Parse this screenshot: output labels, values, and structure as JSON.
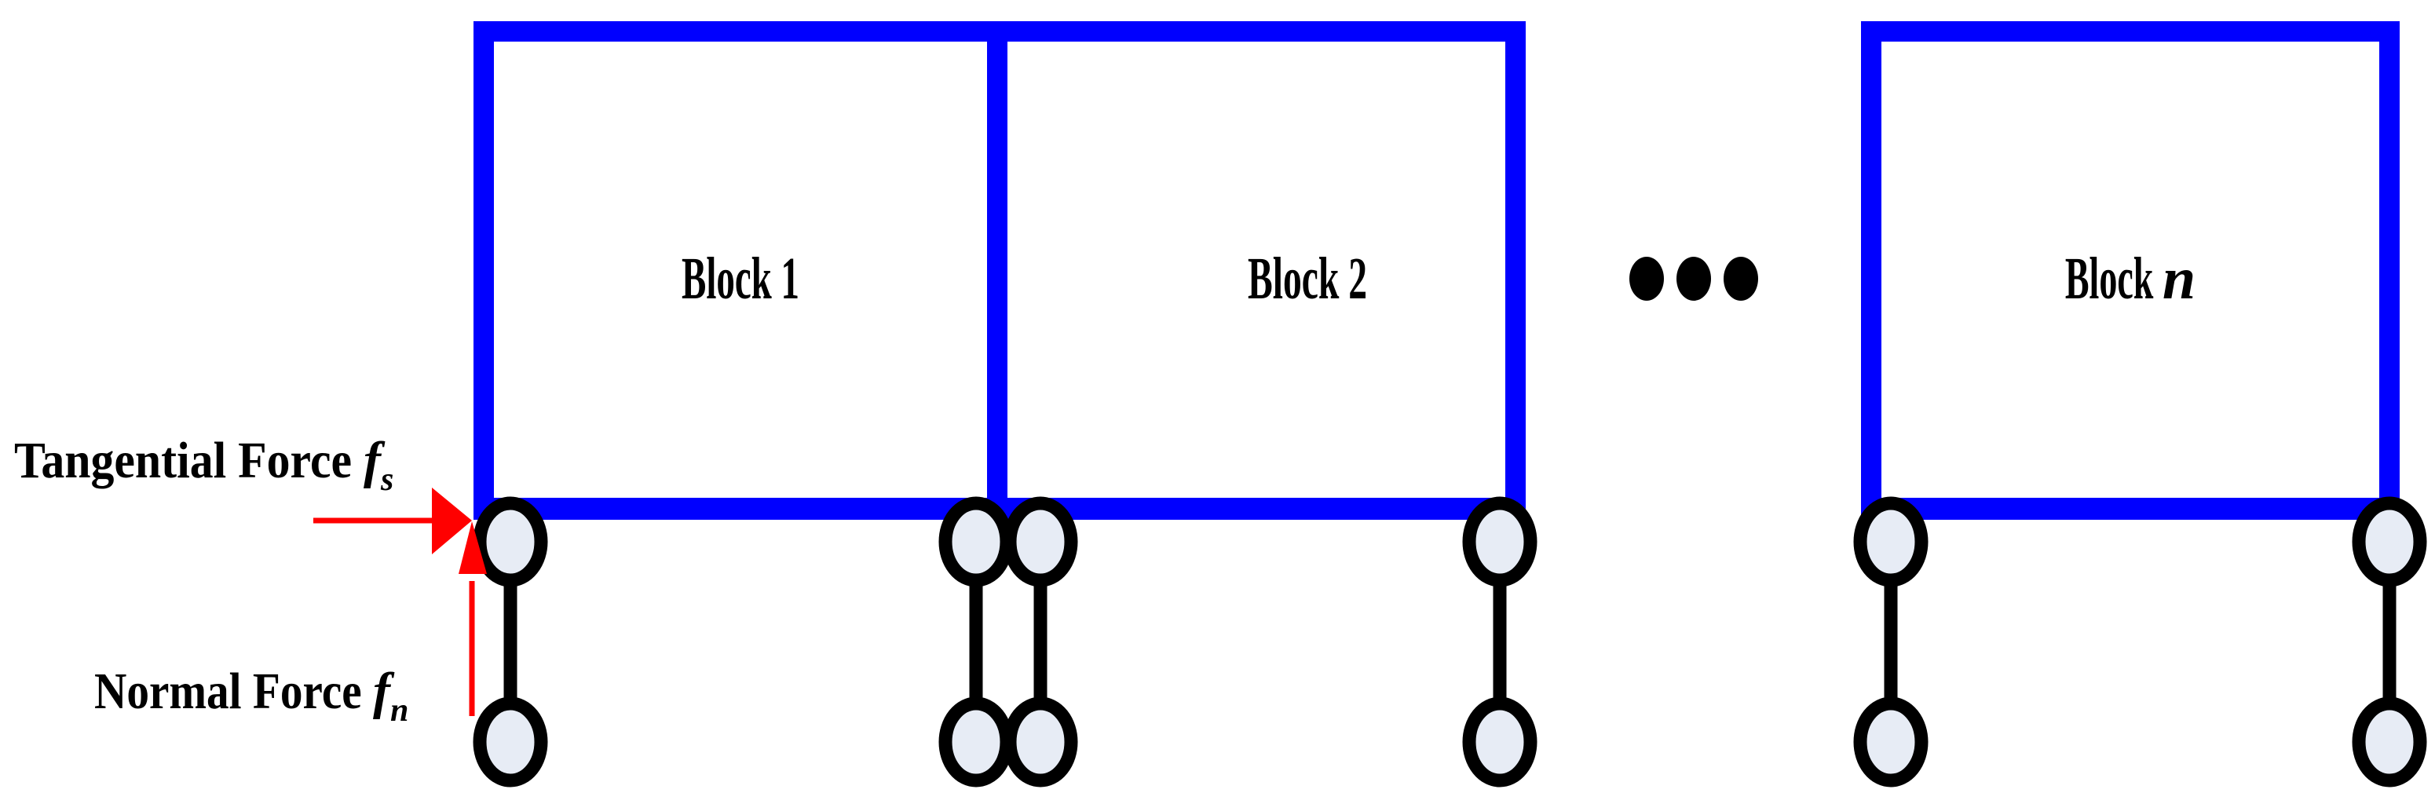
{
  "figure": {
    "title": "Chain of blocks on springs with applied tangential and normal forces",
    "background_color": "#FFFFFF"
  },
  "colors": {
    "block_outline": "#0000FF",
    "block_fill": "#FFFFFF",
    "spring_outline": "#000000",
    "spring_fill": "#E7ECF5",
    "arrow": "#FF0000",
    "text": "#000000"
  },
  "blocks": [
    {
      "id": "block-1",
      "label": "Block 1",
      "label_italic_part": ""
    },
    {
      "id": "block-2",
      "label": "Block 2",
      "label_italic_part": ""
    },
    {
      "id": "block-n",
      "label_prefix": "Block ",
      "label_italic_part": "n"
    }
  ],
  "ellipsis": {
    "name": "horizontal-ellipsis",
    "dot_count": 3,
    "glyph": "•"
  },
  "annotations": [
    {
      "id": "tangential-force",
      "text_prefix": "Tangential Force ",
      "symbol": "f",
      "subscript": "s",
      "arrow_direction": "right",
      "arrow_color": "#FF0000"
    },
    {
      "id": "normal-force",
      "text_prefix": "Normal Force ",
      "symbol": "f",
      "subscript": "n",
      "arrow_direction": "up",
      "arrow_color": "#FF0000"
    }
  ],
  "springs": {
    "count": 6,
    "description": "Vertical two-node spring elements below each block corner"
  }
}
